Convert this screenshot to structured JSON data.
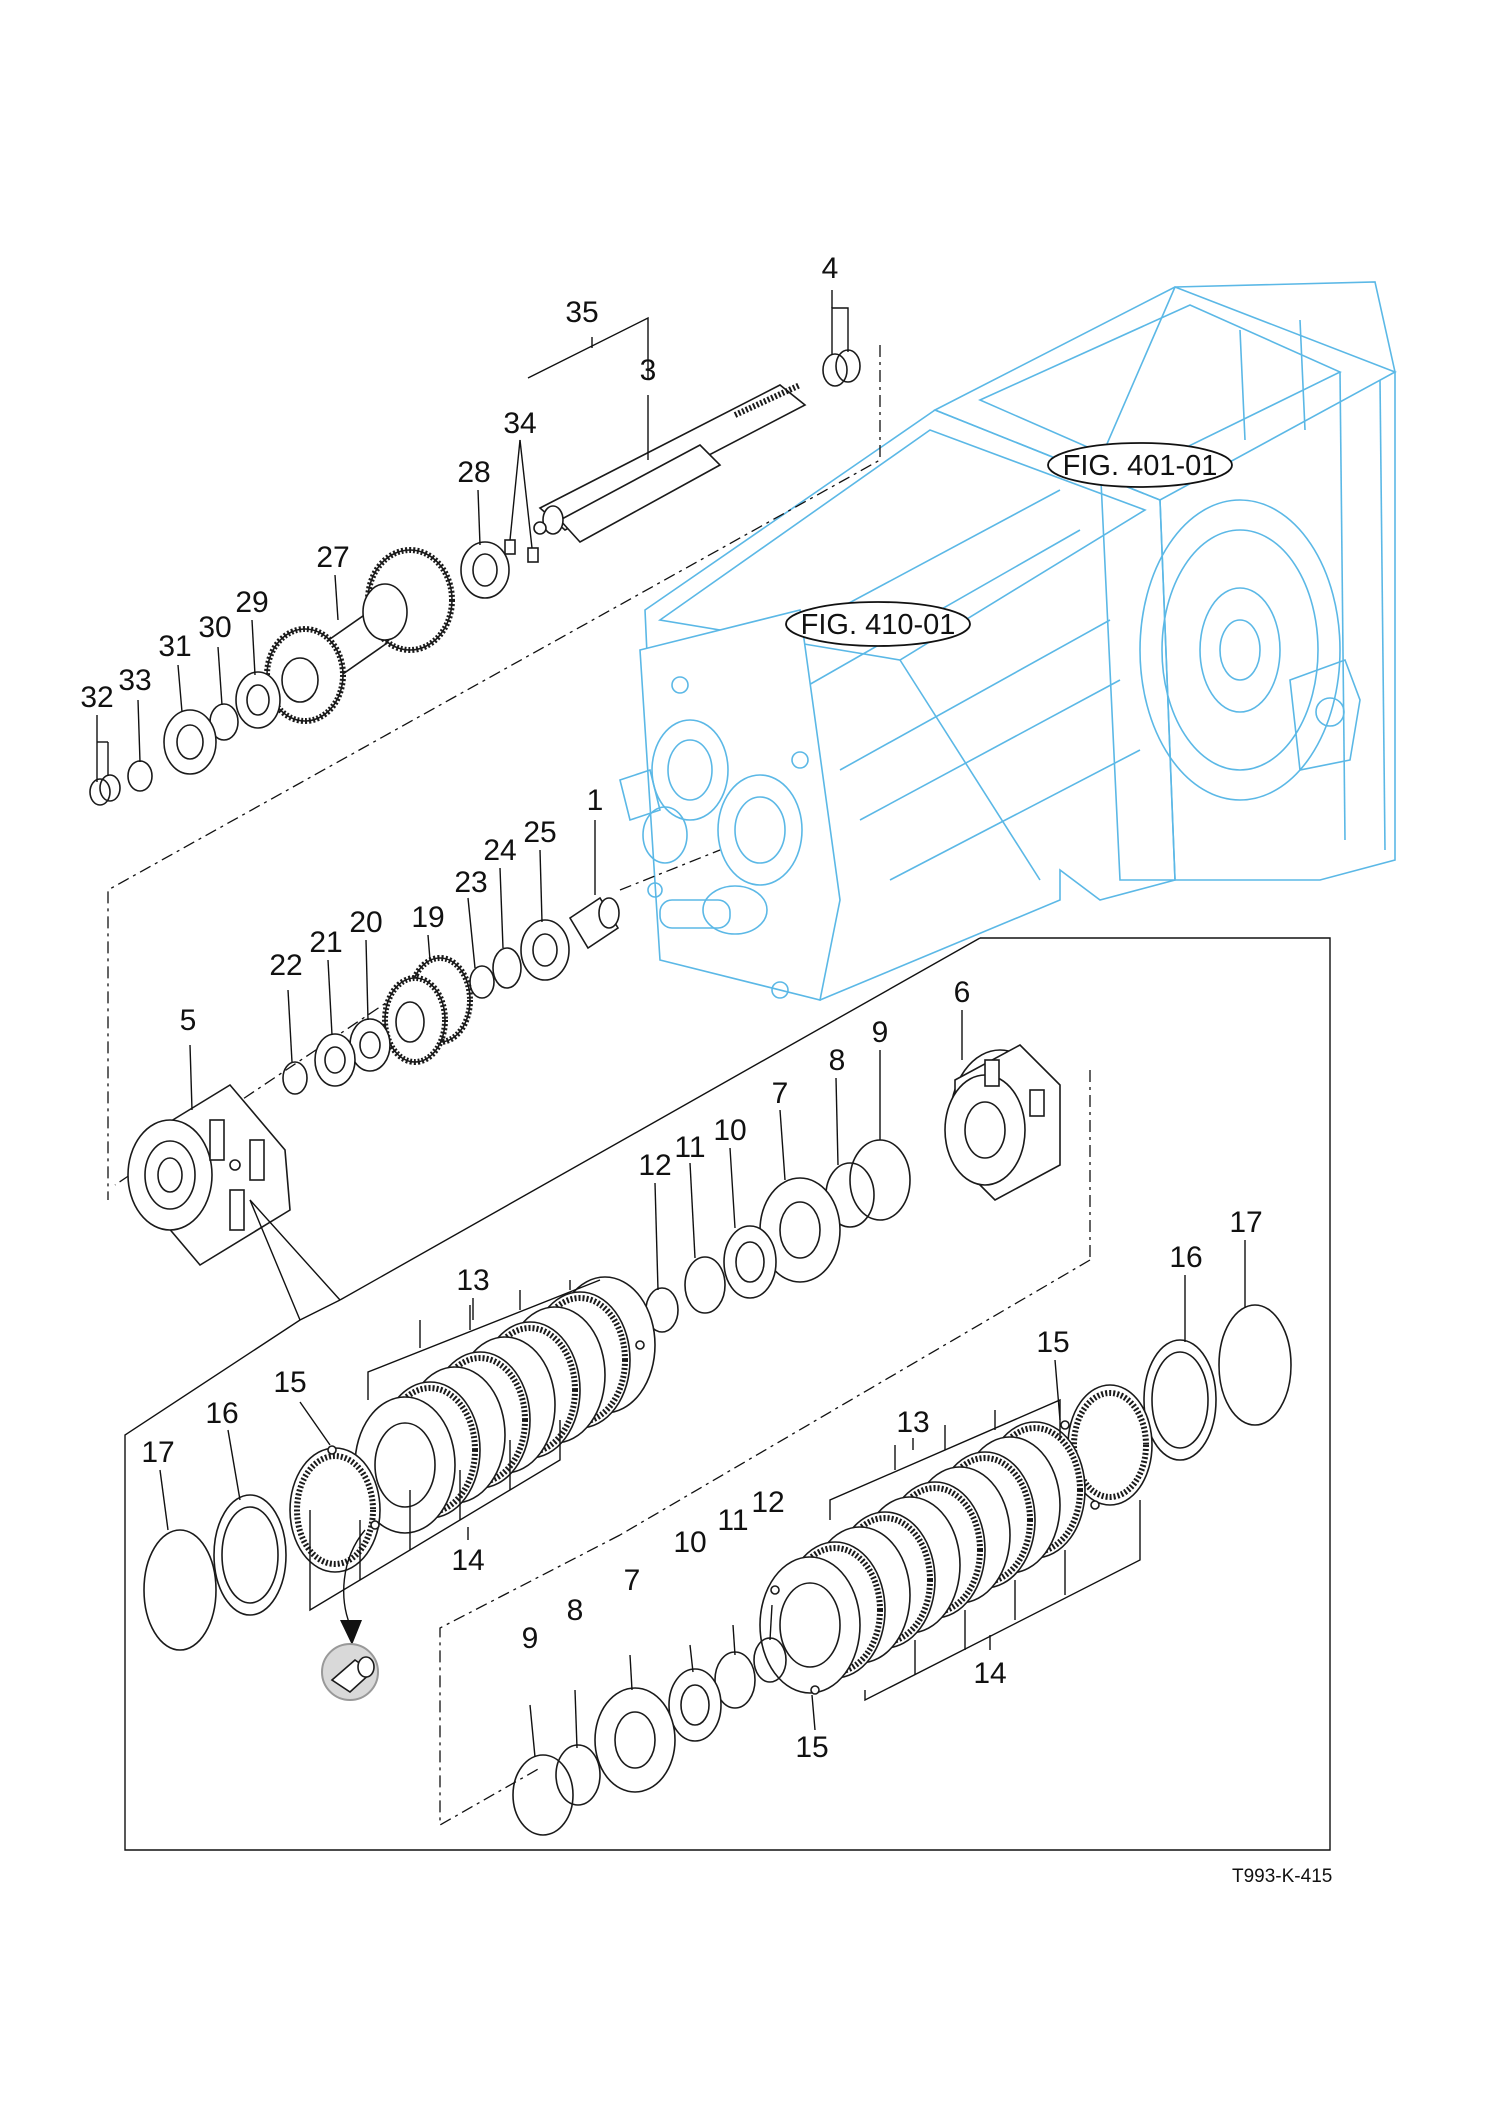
{
  "diagram": {
    "figure_code": "T993-K-415",
    "references": {
      "fig_401": "FIG. 401-01",
      "fig_410": "FIG. 410-01"
    },
    "callouts": {
      "c1": "1",
      "c3": "3",
      "c4": "4",
      "c5": "5",
      "c6": "6",
      "c7": "7",
      "c8": "8",
      "c9": "9",
      "c10": "10",
      "c11": "11",
      "c12": "12",
      "c13": "13",
      "c14": "14",
      "c15": "15",
      "c16": "16",
      "c17": "17",
      "c19": "19",
      "c20": "20",
      "c21": "21",
      "c22": "22",
      "c23": "23",
      "c24": "24",
      "c25": "25",
      "c27": "27",
      "c28": "28",
      "c29": "29",
      "c30": "30",
      "c31": "31",
      "c32": "32",
      "c33": "33",
      "c34": "34",
      "c35": "35"
    }
  }
}
